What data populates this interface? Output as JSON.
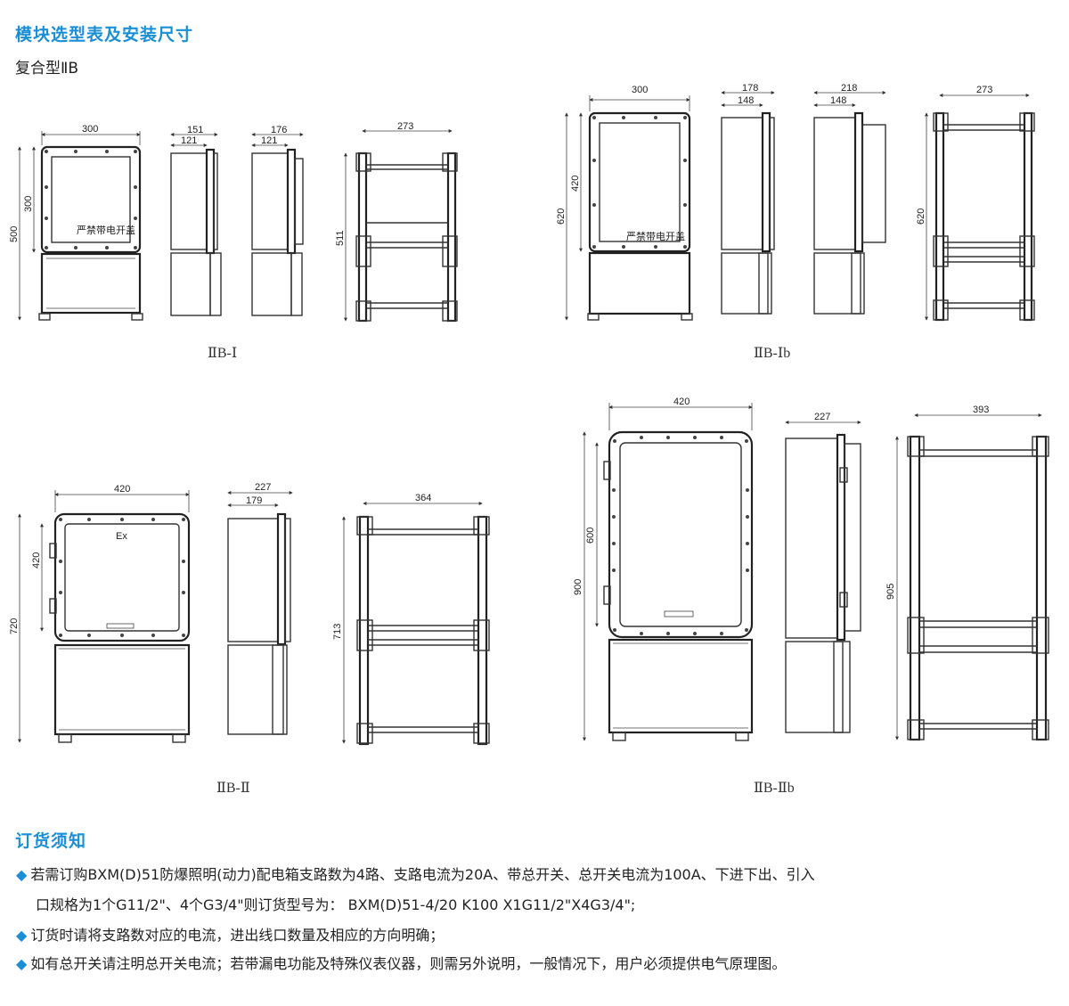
{
  "page": {
    "title": "模块选型表及安装尺寸",
    "subtitle": "复合型ⅡB",
    "order_title": "订货须知"
  },
  "figures": [
    {
      "caption": "ⅡB-Ⅰ",
      "dims": {
        "w": "300",
        "h_top": "300",
        "h_total": "500",
        "side_a": "151",
        "side_a_in": "121",
        "side_b": "176",
        "side_b_in": "121",
        "mount_w": "273",
        "mount_h": "511"
      },
      "label": "严禁带电开盖"
    },
    {
      "caption": "ⅡB-Ⅰb",
      "dims": {
        "w": "300",
        "h_top": "420",
        "h_total": "620",
        "side_a": "178",
        "side_a_in": "148",
        "side_b": "218",
        "side_b_in": "148",
        "mount_w": "273",
        "mount_h": "620"
      },
      "label": "严禁带电开盖"
    },
    {
      "caption": "ⅡB-Ⅱ",
      "dims": {
        "w": "420",
        "h_top": "420",
        "h_total": "720",
        "side_a": "227",
        "side_a_in": "179",
        "mount_w": "364",
        "mount_h": "713"
      },
      "mark": "Ex"
    },
    {
      "caption": "ⅡB-Ⅱb",
      "dims": {
        "w": "420",
        "h_top": "600",
        "h_total": "900",
        "side_a": "227",
        "mount_w": "393",
        "mount_h": "905"
      }
    }
  ],
  "notes": [
    {
      "bullet": "◆",
      "text": "若需订购BXM(D)51防爆照明(动力)配电箱支路数为4路、支路电流为20A、带总开关、总开关电流为100A、下进下出、引入",
      "cont": "口规格为1个G11/2\"、4个G3/4\"则订货型号为：  BXM(D)51-4/20 K100 X1G11/2\"X4G3/4\";"
    },
    {
      "bullet": "◆",
      "text": "订货时请将支路数对应的电流，进出线口数量及相应的方向明确；"
    },
    {
      "bullet": "◆",
      "text": "如有总开关请注明总开关电流；若带漏电功能及特殊仪表仪器，则需另外说明，一般情况下，用户必须提供电气原理图。"
    }
  ]
}
